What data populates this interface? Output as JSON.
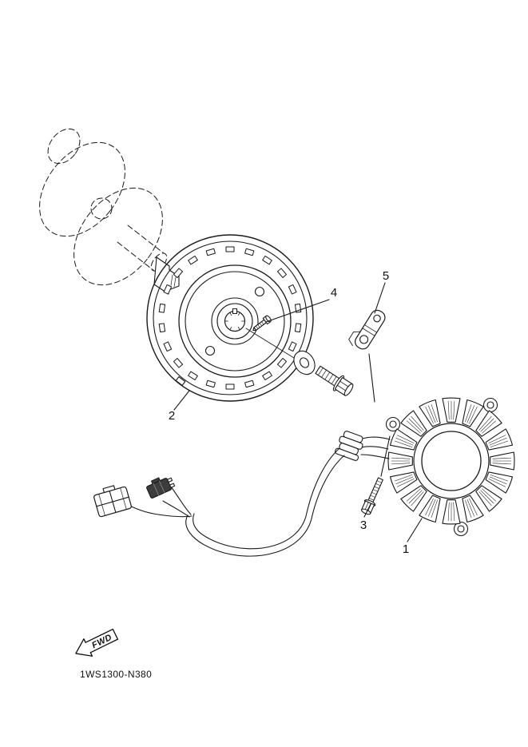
{
  "colors": {
    "background": "#ffffff",
    "line_ink": "#1a1a1a"
  },
  "diagram": {
    "part_code": "1WS1300-N380",
    "fwd_label": "FWD",
    "callouts": [
      {
        "label": "1"
      },
      {
        "label": "2"
      },
      {
        "label": "3"
      },
      {
        "label": "4"
      },
      {
        "label": "5"
      }
    ]
  }
}
